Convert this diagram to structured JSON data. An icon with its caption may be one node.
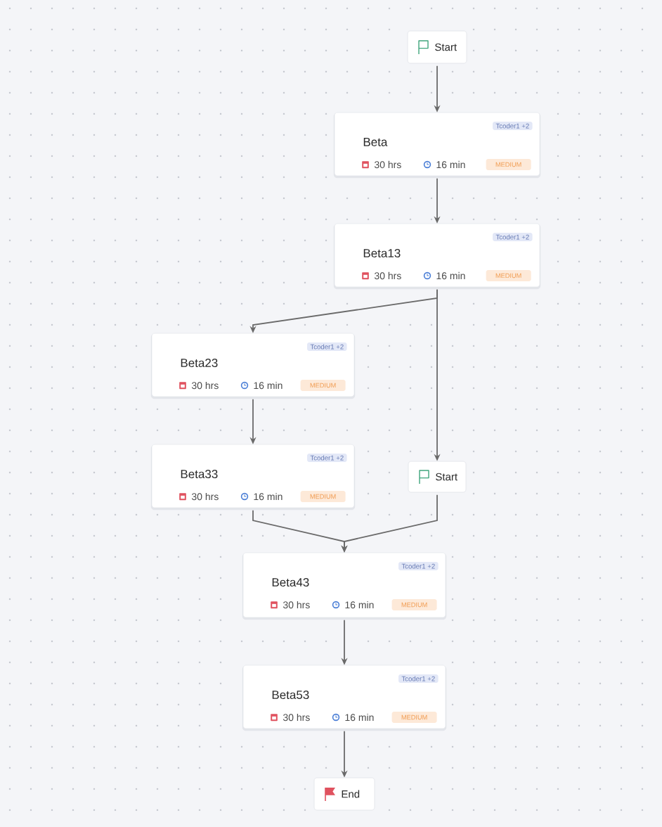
{
  "diagram": {
    "nodes": [
      {
        "text": [
          "Start"
        ]
      },
      {
        "text": [
          "Tcoder1 +2",
          "Beta",
          "30 hrs",
          "16 min",
          "MEDIUM"
        ]
      },
      {
        "text": [
          "Tcoder1 +2",
          "Beta13",
          "30 hrs",
          "16 min",
          "MEDIUM"
        ]
      },
      {
        "text": [
          "Tcoder1 +2",
          "Beta23",
          "30 hrs",
          "16 min",
          "MEDIUM"
        ]
      },
      {
        "text": [
          "Tcoder1 +2",
          "Beta33",
          "30 hrs",
          "16 min",
          "MEDIUM"
        ]
      },
      {
        "text": [
          "Start"
        ]
      },
      {
        "text": [
          "Tcoder1 +2",
          "Beta43",
          "30 hrs",
          "16 min",
          "MEDIUM"
        ]
      },
      {
        "text": [
          "Tcoder1 +2",
          "Beta53",
          "30 hrs",
          "16 min",
          "MEDIUM"
        ]
      },
      {
        "text": [
          "End"
        ]
      }
    ],
    "edges": [
      {
        "from": 0,
        "to": 1,
        "arrow": "to"
      },
      {
        "from": 1,
        "to": 2,
        "arrow": "to"
      },
      {
        "from": 2,
        "to": 3,
        "arrow": "to"
      },
      {
        "from": 2,
        "to": 5,
        "arrow": "to"
      },
      {
        "from": 3,
        "to": 4,
        "arrow": "to"
      },
      {
        "from": 4,
        "to": 6,
        "arrow": "to"
      },
      {
        "from": 5,
        "to": 6,
        "arrow": "to"
      },
      {
        "from": 6,
        "to": 7,
        "arrow": "to"
      },
      {
        "from": 7,
        "to": 8,
        "arrow": "to"
      }
    ]
  }
}
